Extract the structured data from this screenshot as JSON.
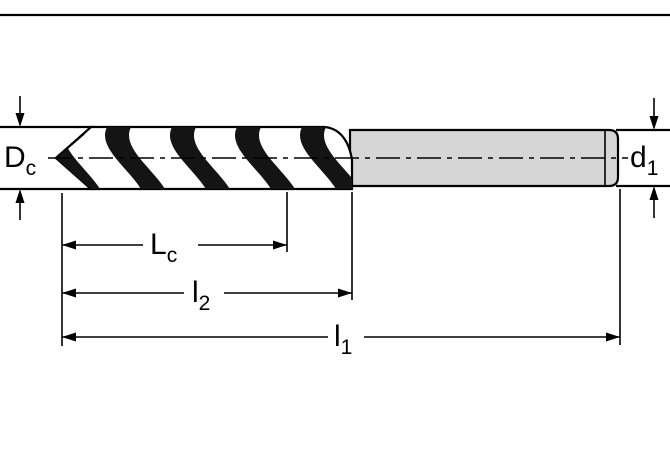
{
  "diagram": {
    "type": "technical-drawing",
    "subject": "twist-drill-dimension-diagram",
    "labels": {
      "cutting_diameter": {
        "main": "D",
        "sub": "c"
      },
      "shank_diameter": {
        "main": "d",
        "sub": "1"
      },
      "flute_length": {
        "main": "L",
        "sub": "c"
      },
      "flute_end_length": {
        "main": "l",
        "sub": "2"
      },
      "overall_length": {
        "main": "l",
        "sub": "1"
      }
    },
    "colors": {
      "line": "#000000",
      "shank_fill": "#d6d6d6",
      "flute_fill": "#141414",
      "background": "#ffffff"
    }
  }
}
